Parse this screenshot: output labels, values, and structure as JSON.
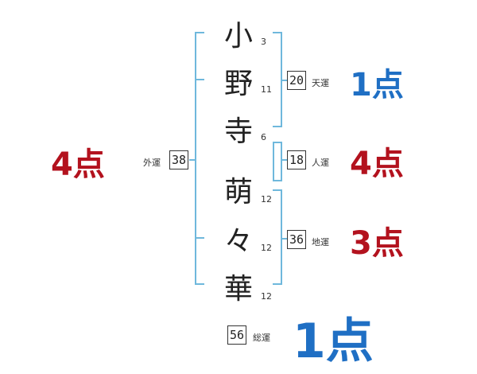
{
  "colors": {
    "bracket": "#6fb8dc",
    "good": "#1f6fc4",
    "bad": "#b3121e"
  },
  "name": {
    "chars": [
      {
        "char": "小",
        "strokes": "3"
      },
      {
        "char": "野",
        "strokes": "11"
      },
      {
        "char": "寺",
        "strokes": "6"
      },
      {
        "char": "萌",
        "strokes": "12"
      },
      {
        "char": "々",
        "strokes": "12"
      },
      {
        "char": "華",
        "strokes": "12"
      }
    ]
  },
  "fortunes": {
    "tenkaku": {
      "label": "天運",
      "value": "20",
      "score": "1点"
    },
    "jinkaku": {
      "label": "人運",
      "value": "18",
      "score": "4点"
    },
    "chikaku": {
      "label": "地運",
      "value": "36",
      "score": "3点"
    },
    "gaikaku": {
      "label": "外運",
      "value": "38",
      "score": "4点"
    },
    "soukaku": {
      "label": "総運",
      "value": "56",
      "score": "1点"
    }
  }
}
